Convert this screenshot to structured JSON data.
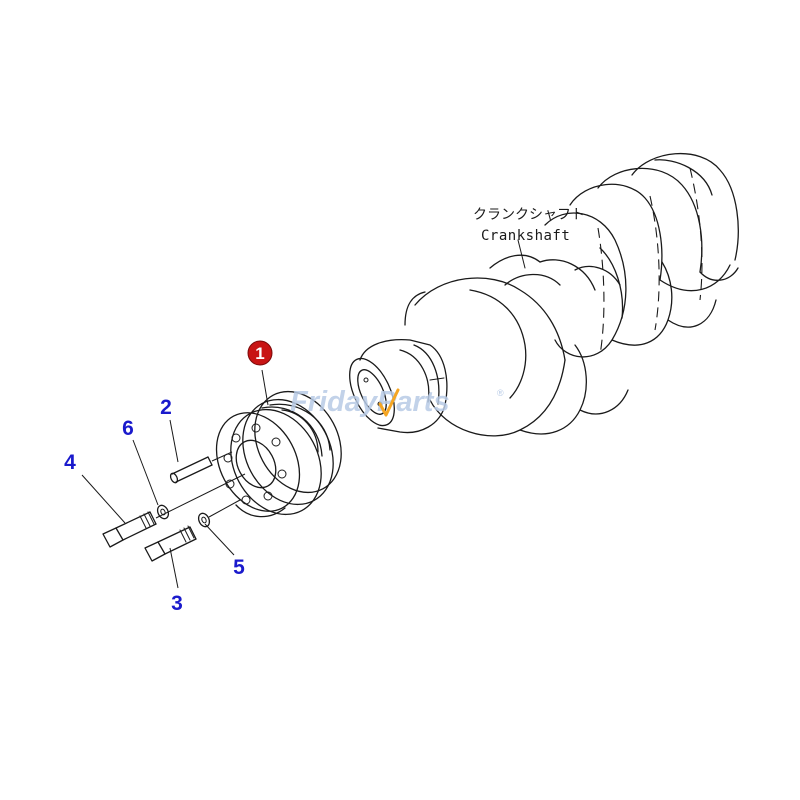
{
  "diagram": {
    "crankshaft_label_jp": "クランクシャフト",
    "crankshaft_label_en": "Crankshaft",
    "callouts": [
      {
        "number": "1",
        "part": "pulley",
        "highlighted": true,
        "color": "#c81414"
      },
      {
        "number": "2",
        "part": "dowel-pin"
      },
      {
        "number": "3",
        "part": "bolt-lower"
      },
      {
        "number": "4",
        "part": "bolt-upper"
      },
      {
        "number": "5",
        "part": "washer-lower"
      },
      {
        "number": "6",
        "part": "washer-upper"
      }
    ],
    "callout_color": "#1a1acc"
  },
  "watermark": {
    "text": "FridayParts",
    "trademark": "®",
    "color": "#b8cbe6",
    "accent": "#f5a623"
  }
}
